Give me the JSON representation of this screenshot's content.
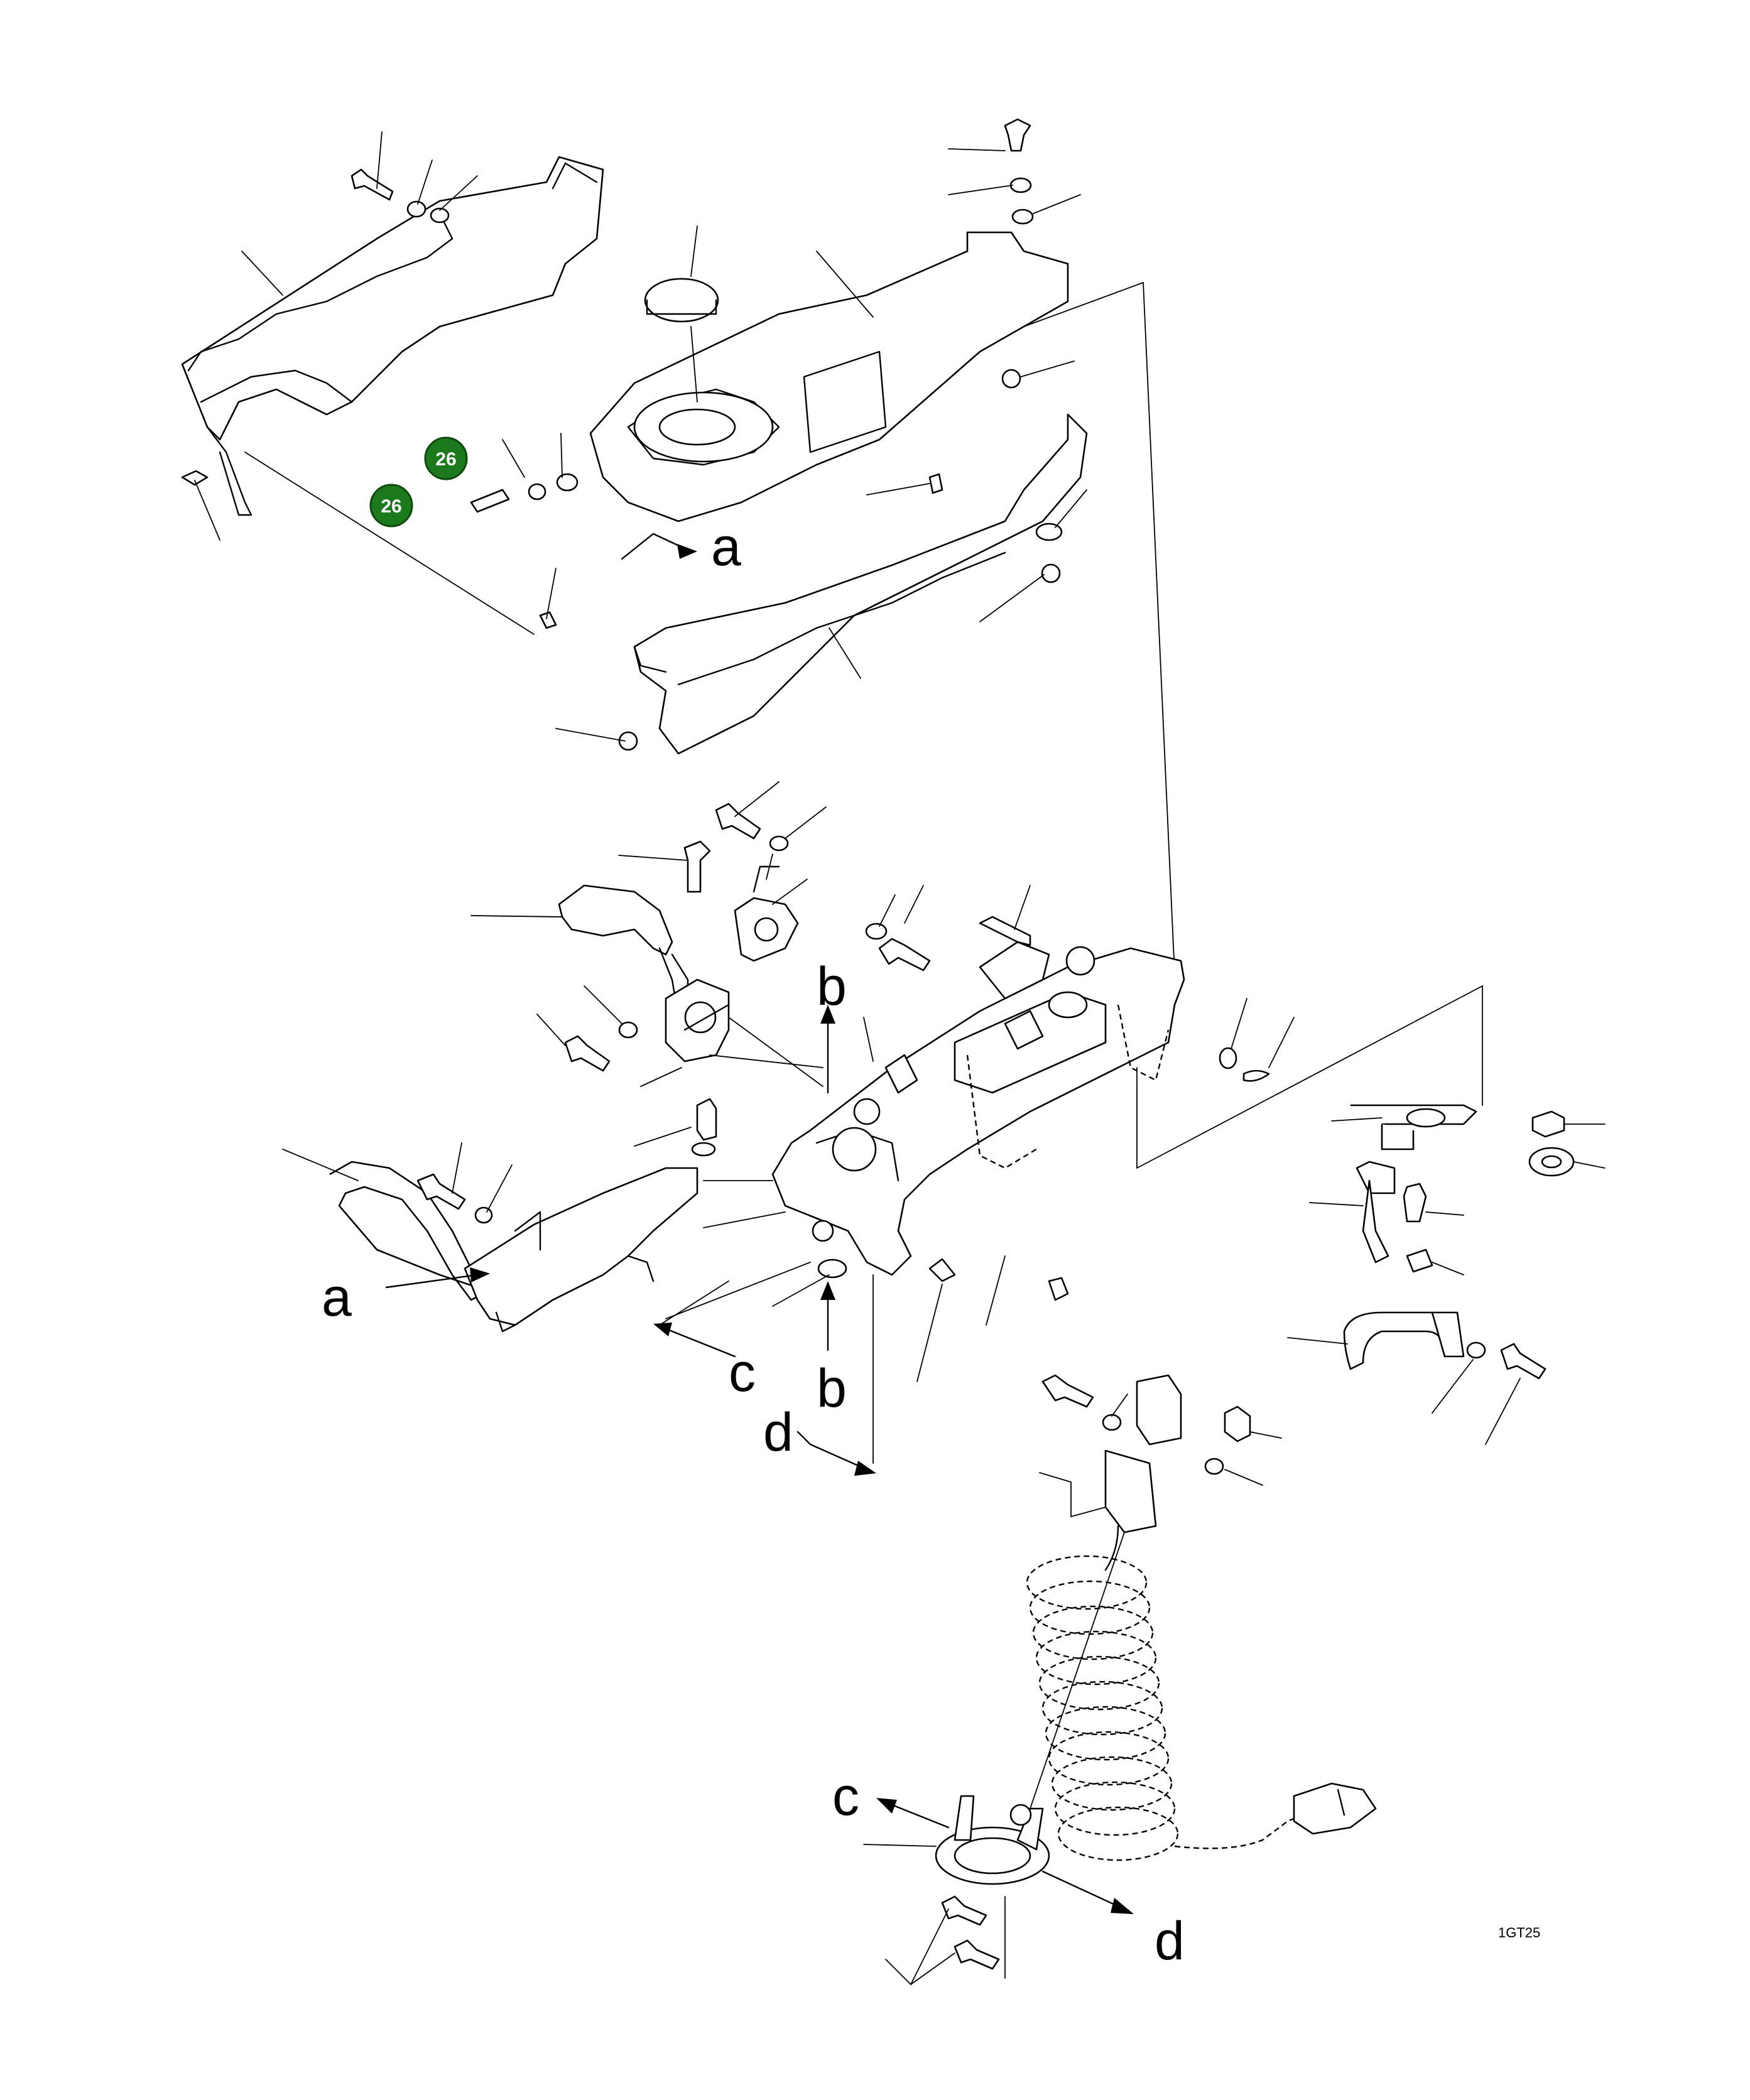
{
  "diagram": {
    "callout_badges": [
      {
        "id": "badge-1",
        "label": "26",
        "color": "#1c7a1c"
      },
      {
        "id": "badge-2",
        "label": "26",
        "color": "#1c7a1c"
      }
    ],
    "view_letters": [
      {
        "id": "a-top",
        "label": "a"
      },
      {
        "id": "b-top",
        "label": "b"
      },
      {
        "id": "a-left",
        "label": "a"
      },
      {
        "id": "c-mid",
        "label": "c"
      },
      {
        "id": "b-mid",
        "label": "b"
      },
      {
        "id": "d-mid",
        "label": "d"
      },
      {
        "id": "c-bottom",
        "label": "c"
      },
      {
        "id": "d-bottom",
        "label": "d"
      }
    ],
    "drawing_code": "1GT25"
  }
}
